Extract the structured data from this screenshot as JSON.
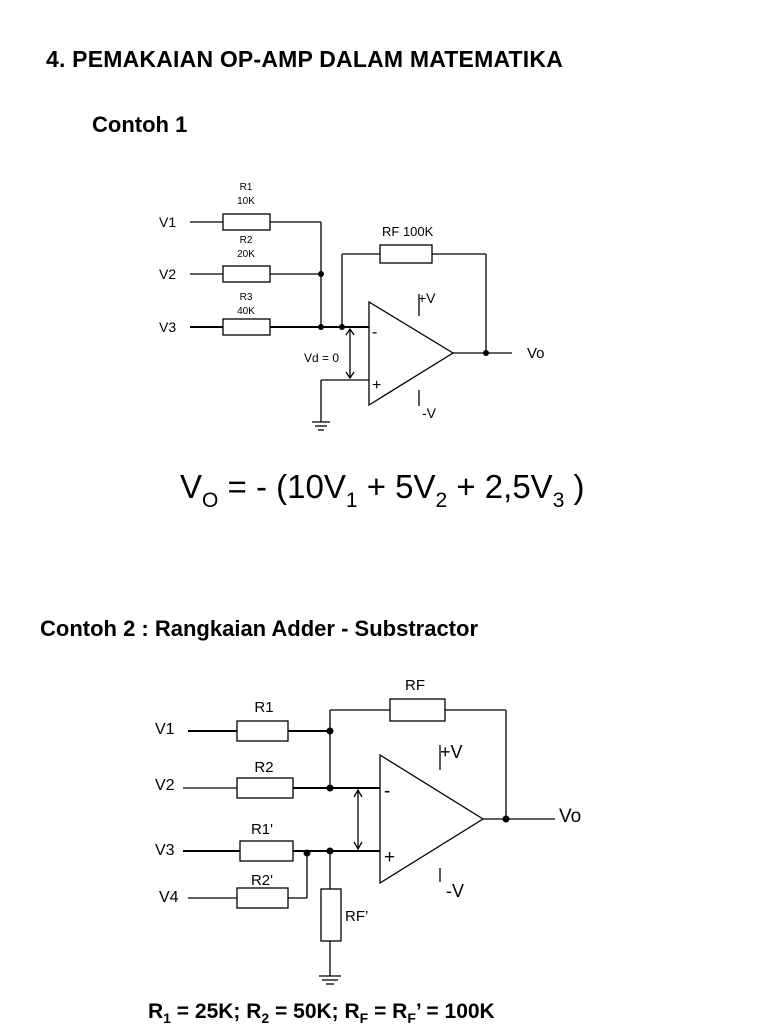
{
  "heading": "4. PEMAKAIAN OP-AMP DALAM MATEMATIKA",
  "example1": {
    "title": "Contoh 1",
    "inputs": [
      "V1",
      "V2",
      "V3"
    ],
    "resistors": [
      {
        "name": "R1",
        "value": "10K"
      },
      {
        "name": "R2",
        "value": "20K"
      },
      {
        "name": "R3",
        "value": "40K"
      }
    ],
    "feedback": "RF 100K",
    "vd": "Vd = 0",
    "supply_pos": "+V",
    "supply_neg": "-V",
    "minus": "-",
    "plus": "+",
    "output": "Vo",
    "formula": {
      "lhs": "V",
      "lhs_sub": "O",
      "eq": " = - (10V",
      "s1": "1",
      "t2": " + 5V",
      "s2": "2",
      "t3": " + 2,5V",
      "s3": "3",
      "end": " )"
    }
  },
  "example2": {
    "title": "Contoh 2 : Rangkaian Adder - Substractor",
    "inputs": [
      "V1",
      "V2",
      "V3",
      "V4"
    ],
    "resistors": [
      "R1",
      "R2",
      "R1'",
      "R2'"
    ],
    "feedback": "RF",
    "ground_res": "RF’",
    "supply_pos": "+V",
    "supply_neg": "-V",
    "minus": "-",
    "plus": "+",
    "output": "Vo",
    "formula": {
      "a": "R",
      "a_sub": "1",
      "b": " = 25K; R",
      "b_sub": "2",
      "c": " = 50K; R",
      "c_sub": "F",
      "d": " = R",
      "d_sub": "F",
      "e": "’ = 100K"
    }
  }
}
